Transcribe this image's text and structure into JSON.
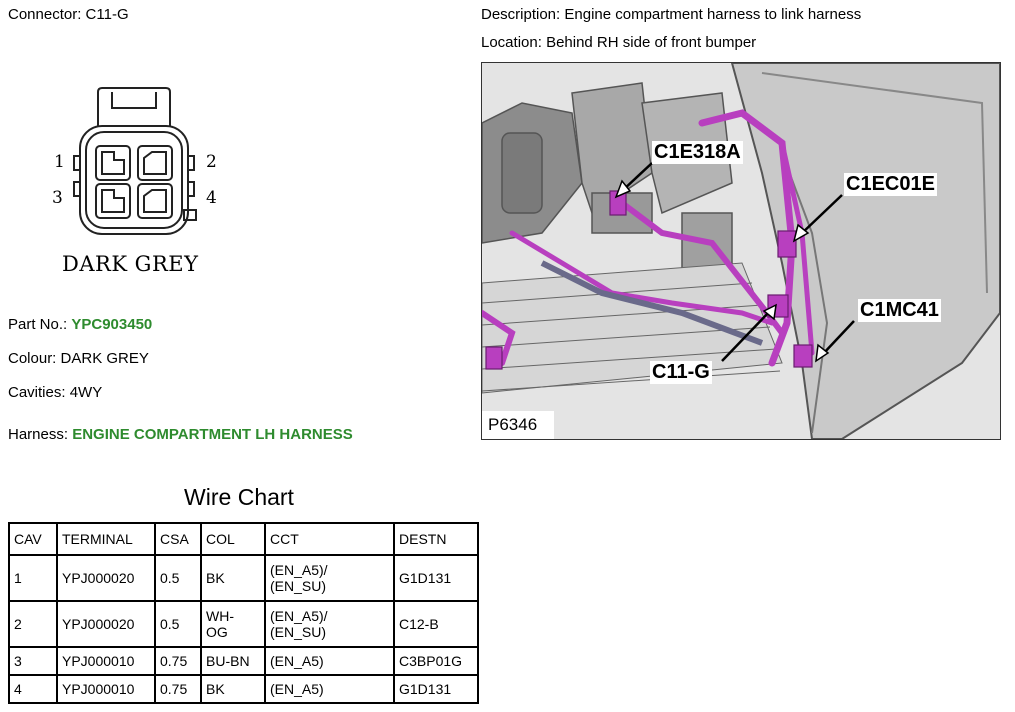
{
  "connector": {
    "label": "Connector:",
    "value": "C11-G"
  },
  "description": {
    "label": "Description:",
    "value": "Engine compartment harness to link harness"
  },
  "location": {
    "label": "Location:",
    "value": "Behind RH side of front bumper"
  },
  "diagram": {
    "pins": [
      "1",
      "2",
      "3",
      "4"
    ],
    "color_text": "DARK GREY"
  },
  "part_no": {
    "label": "Part No.:",
    "value": "YPC903450"
  },
  "colour": {
    "label": "Colour:",
    "value": "DARK GREY"
  },
  "cavities": {
    "label": "Cavities:",
    "value": "4WY"
  },
  "harness": {
    "label": "Harness:",
    "value": "ENGINE COMPARTMENT LH HARNESS"
  },
  "wire_chart": {
    "title": "Wire Chart",
    "headers": [
      "CAV",
      "TERMINAL",
      "CSA",
      "COL",
      "CCT",
      "DESTN"
    ],
    "rows": [
      {
        "cav": "1",
        "terminal": "YPJ000020",
        "csa": "0.5",
        "col": "BK",
        "cct": "(EN_A5)/\n(EN_SU)",
        "destn": "G1D131"
      },
      {
        "cav": "2",
        "terminal": "YPJ000020",
        "csa": "0.5",
        "col": "WH-\nOG",
        "cct": "(EN_A5)/\n(EN_SU)",
        "destn": "C12-B"
      },
      {
        "cav": "3",
        "terminal": "YPJ000010",
        "csa": "0.75",
        "col": "BU-BN",
        "cct": "(EN_A5)",
        "destn": "C3BP01G"
      },
      {
        "cav": "4",
        "terminal": "YPJ000010",
        "csa": "0.75",
        "col": "BK",
        "cct": "(EN_A5)",
        "destn": "G1D131"
      }
    ]
  },
  "photo": {
    "callouts": [
      "C1E318A",
      "C1EC01E",
      "C1MC41",
      "C11-G"
    ],
    "ref": "P6346",
    "colors": {
      "harness": "#b83fbf",
      "bumper": "#c9c9c9",
      "background": "#e4e4e4"
    }
  }
}
